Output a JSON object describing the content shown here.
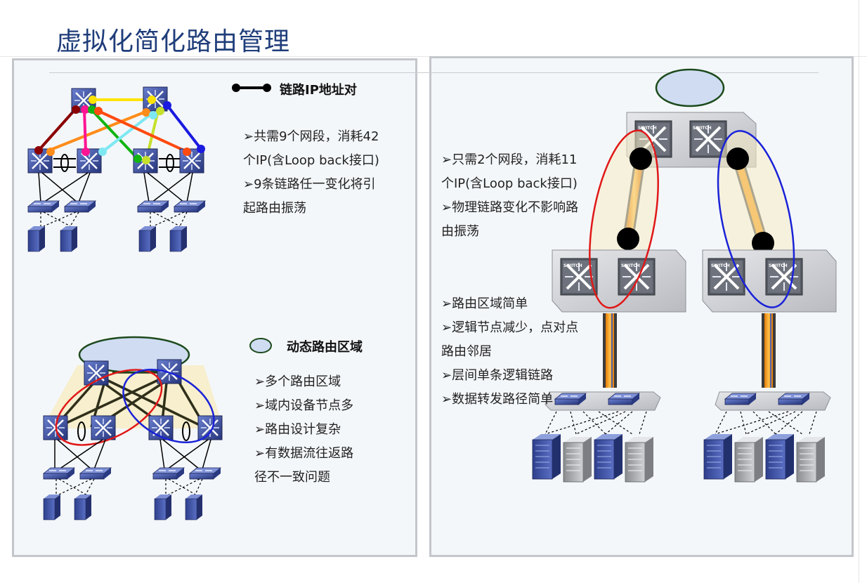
{
  "page": {
    "title": "虚拟化简化路由管理"
  },
  "left": {
    "legend_link": "链路IP地址对",
    "legend_area": "动态路由区域",
    "traditional_notes": [
      "➢共需9个网段，消耗42",
      "个IP(含Loop back接口)",
      "➢9条链路任一变化将引",
      "起路由振荡"
    ],
    "area_notes": [
      "➢多个路由区域",
      "➢域内设备节点多",
      "➢路由设计复杂",
      "➢有数据流往返路",
      "径不一致问题"
    ]
  },
  "right": {
    "notes_top": [
      "➢只需2个网段，消耗11",
      "个IP(含Loop back接口)",
      "➢物理链路变化不影响路",
      "由振荡"
    ],
    "notes_bottom": [
      "➢路由区域简单",
      "➢逻辑节点减少，点对点",
      "路由邻居",
      "➢层间单条逻辑链路",
      "➢数据转发路径简单"
    ],
    "switch_label": "SWITCH"
  },
  "colors": {
    "title": "#1f3d7a",
    "panel_border": "#c3c6ca",
    "panel_bg": "#f4f7fa",
    "switch_blue": "#3b4f9c",
    "area_fill": "#cfdcf2",
    "area_border": "#1c4a1c",
    "red_ring": "#e01818",
    "blue_ring": "#1a22d8",
    "orange_link": "#f39a12"
  }
}
